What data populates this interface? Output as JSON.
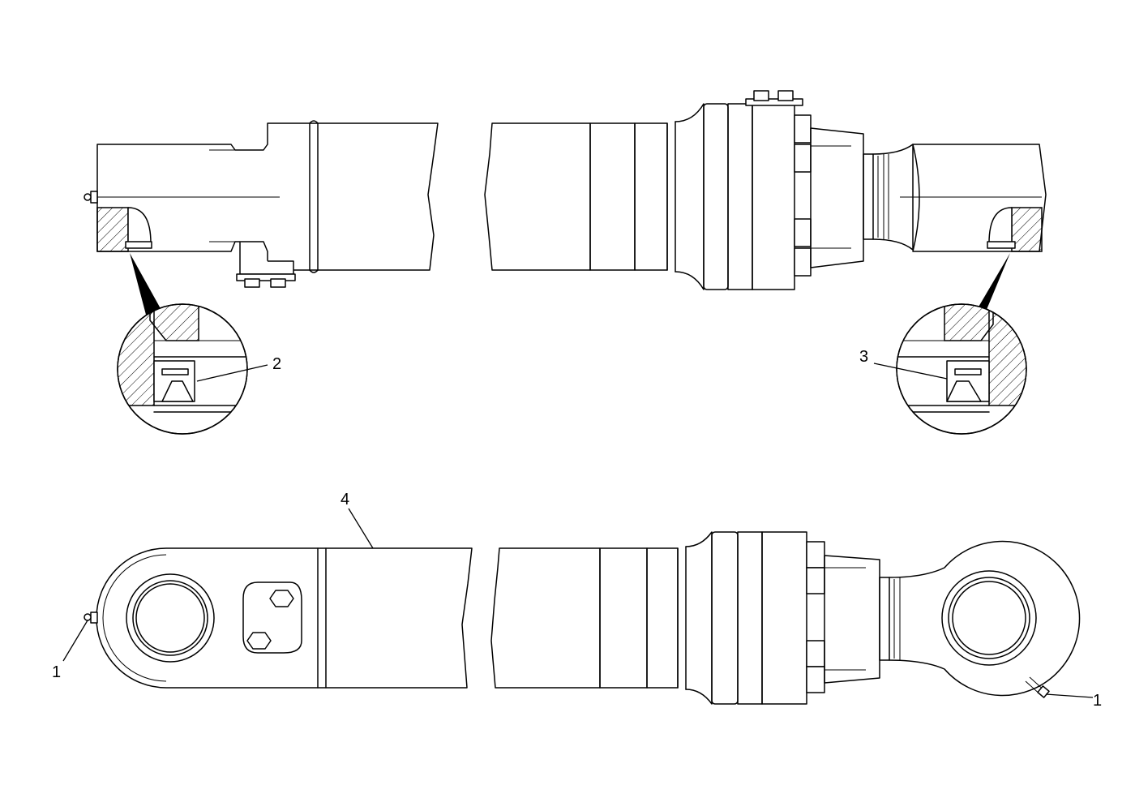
{
  "diagram": {
    "callouts": [
      {
        "id": "c-1-left",
        "label": "1"
      },
      {
        "id": "c-1-right",
        "label": "1"
      },
      {
        "id": "c-2",
        "label": "2"
      },
      {
        "id": "c-3",
        "label": "3"
      },
      {
        "id": "c-4",
        "label": "4"
      }
    ],
    "colors": {
      "line": "#000000",
      "background": "#ffffff"
    }
  }
}
